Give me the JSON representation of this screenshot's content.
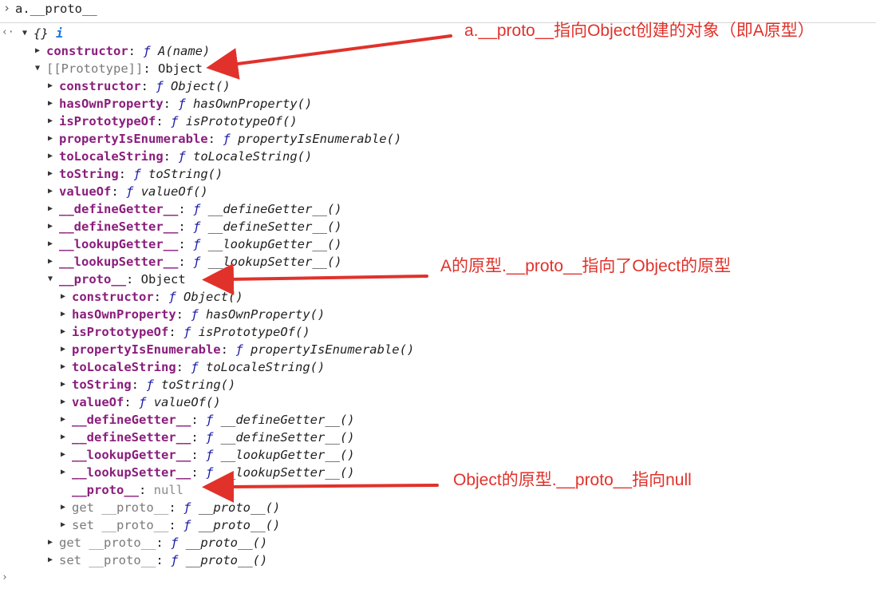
{
  "console": {
    "prompt_symbol": "›",
    "command": "a.__proto__",
    "result_symbol": "‹·",
    "root_summary": "{}",
    "root_info_icon": "i",
    "bottom_prompt": "›"
  },
  "rows": [
    {
      "key": "constructor",
      "sep": ": ",
      "f": "ƒ",
      "value": "A(name)"
    },
    {
      "key": "[[Prototype]]",
      "sep": ": ",
      "value": "Object"
    },
    {
      "key": "constructor",
      "sep": ": ",
      "f": "ƒ",
      "value": "Object()"
    },
    {
      "key": "hasOwnProperty",
      "sep": ": ",
      "f": "ƒ",
      "value": "hasOwnProperty()"
    },
    {
      "key": "isPrototypeOf",
      "sep": ": ",
      "f": "ƒ",
      "value": "isPrototypeOf()"
    },
    {
      "key": "propertyIsEnumerable",
      "sep": ": ",
      "f": "ƒ",
      "value": "propertyIsEnumerable()"
    },
    {
      "key": "toLocaleString",
      "sep": ": ",
      "f": "ƒ",
      "value": "toLocaleString()"
    },
    {
      "key": "toString",
      "sep": ": ",
      "f": "ƒ",
      "value": "toString()"
    },
    {
      "key": "valueOf",
      "sep": ": ",
      "f": "ƒ",
      "value": "valueOf()"
    },
    {
      "key": "__defineGetter__",
      "sep": ": ",
      "f": "ƒ",
      "value": "__defineGetter__()"
    },
    {
      "key": "__defineSetter__",
      "sep": ": ",
      "f": "ƒ",
      "value": "__defineSetter__()"
    },
    {
      "key": "__lookupGetter__",
      "sep": ": ",
      "f": "ƒ",
      "value": "__lookupGetter__()"
    },
    {
      "key": "__lookupSetter__",
      "sep": ": ",
      "f": "ƒ",
      "value": "__lookupSetter__()"
    },
    {
      "key": "__proto__",
      "sep": ": ",
      "value": "Object"
    },
    {
      "key": "constructor",
      "sep": ": ",
      "f": "ƒ",
      "value": "Object()"
    },
    {
      "key": "hasOwnProperty",
      "sep": ": ",
      "f": "ƒ",
      "value": "hasOwnProperty()"
    },
    {
      "key": "isPrototypeOf",
      "sep": ": ",
      "f": "ƒ",
      "value": "isPrototypeOf()"
    },
    {
      "key": "propertyIsEnumerable",
      "sep": ": ",
      "f": "ƒ",
      "value": "propertyIsEnumerable()"
    },
    {
      "key": "toLocaleString",
      "sep": ": ",
      "f": "ƒ",
      "value": "toLocaleString()"
    },
    {
      "key": "toString",
      "sep": ": ",
      "f": "ƒ",
      "value": "toString()"
    },
    {
      "key": "valueOf",
      "sep": ": ",
      "f": "ƒ",
      "value": "valueOf()"
    },
    {
      "key": "__defineGetter__",
      "sep": ": ",
      "f": "ƒ",
      "value": "__defineGetter__()"
    },
    {
      "key": "__defineSetter__",
      "sep": ": ",
      "f": "ƒ",
      "value": "__defineSetter__()"
    },
    {
      "key": "__lookupGetter__",
      "sep": ": ",
      "f": "ƒ",
      "value": "__lookupGetter__()"
    },
    {
      "key": "__lookupSetter__",
      "sep": ": ",
      "f": "ƒ",
      "value": "__lookupSetter__()"
    },
    {
      "key": "__proto__",
      "sep": ": ",
      "value": "null"
    },
    {
      "key": "get __proto__",
      "sep": ": ",
      "f": "ƒ",
      "value": "__proto__()"
    },
    {
      "key": "set __proto__",
      "sep": ": ",
      "f": "ƒ",
      "value": "__proto__()"
    },
    {
      "key": "get __proto__",
      "sep": ": ",
      "f": "ƒ",
      "value": "__proto__()"
    },
    {
      "key": "set __proto__",
      "sep": ": ",
      "f": "ƒ",
      "value": "__proto__()"
    }
  ],
  "annotations": [
    {
      "text": "a.__proto__指向Object创建的对象（即A原型）"
    },
    {
      "text": "A的原型.__proto__指向了Object的原型"
    },
    {
      "text": "Object的原型.__proto__指向null"
    }
  ],
  "colors": {
    "annotation": "#e0322b",
    "key": "#8a1d7c",
    "function_marker": "#1a1aa6",
    "null_value": "#8a8a8a"
  }
}
